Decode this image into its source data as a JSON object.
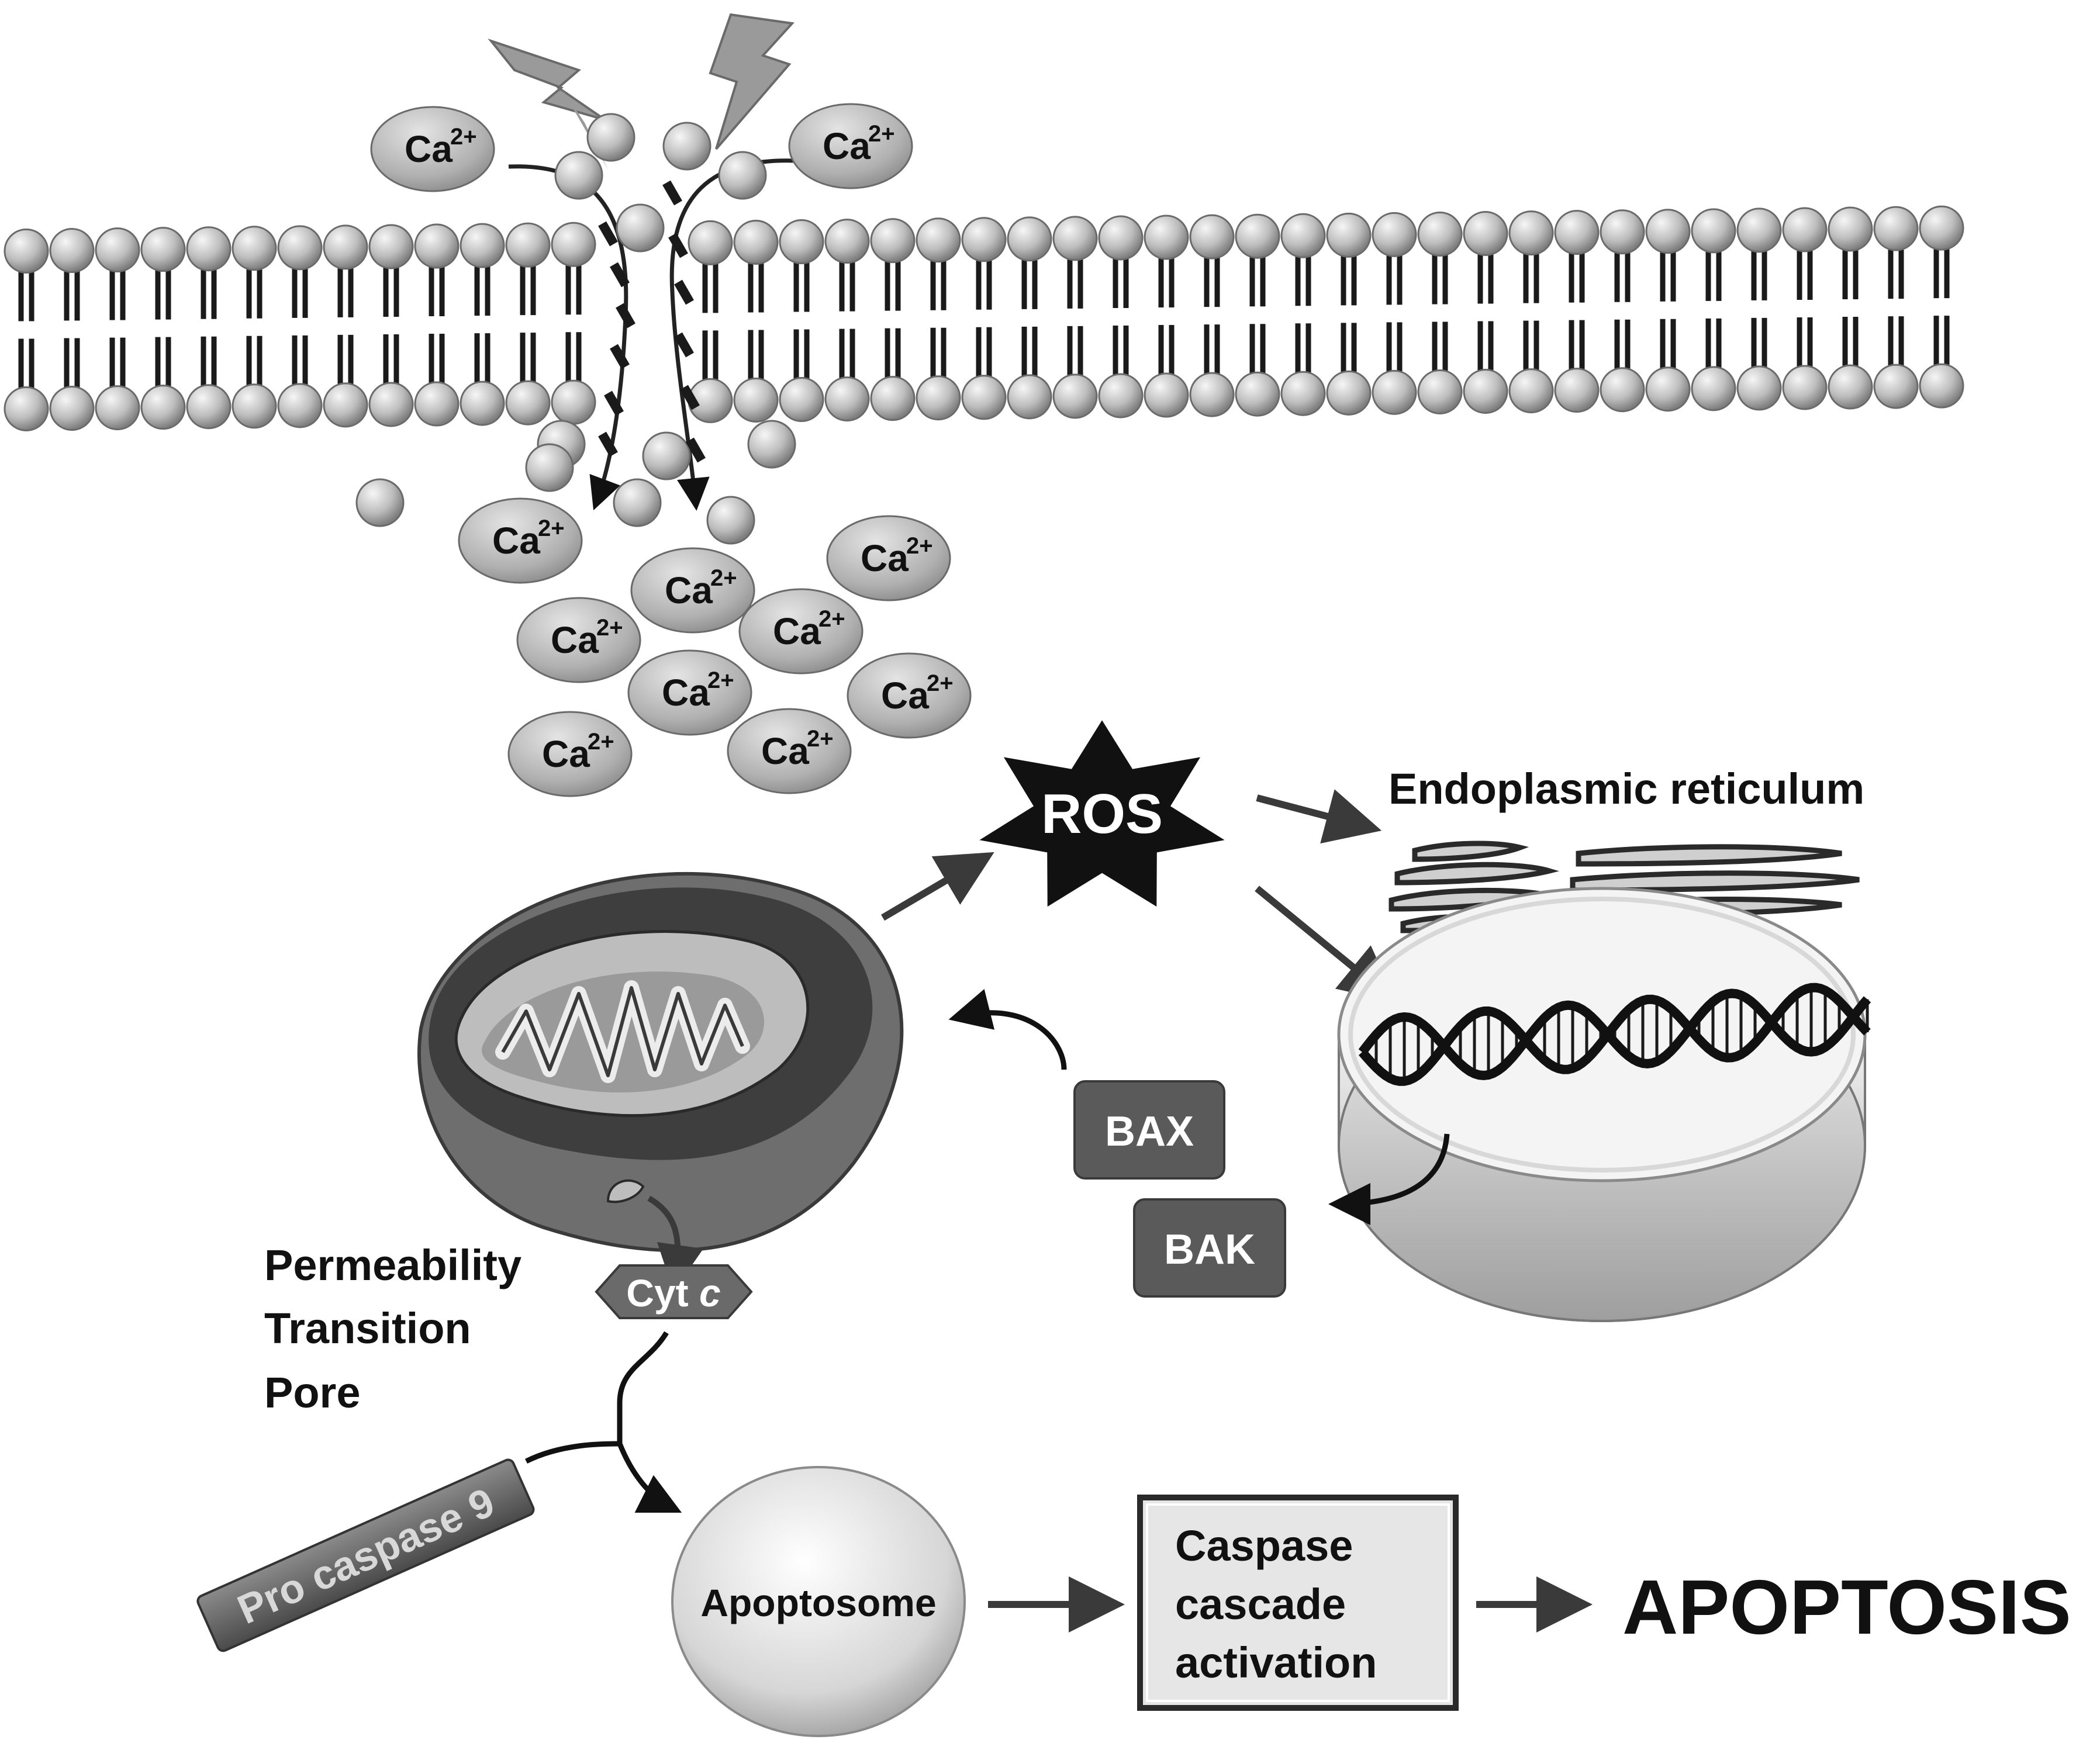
{
  "ion": {
    "symbol": "Ca",
    "charge": "2+"
  },
  "labels": {
    "ros": "ROS",
    "endoplasmic_reticulum": "Endoplasmic reticulum",
    "bax": "BAX",
    "bak": "BAK",
    "cyt_c_prefix": "Cyt ",
    "cyt_c_italic": "c",
    "ptp_line1": "Permeability",
    "ptp_line2": "Transition",
    "ptp_line3": "Pore",
    "pro_caspase": "Pro caspase 9",
    "apoptosome": "Apoptosome",
    "caspase_line1": "Caspase",
    "caspase_line2": "cascade",
    "caspase_line3": "activation",
    "apoptosis": "APOPTOSIS"
  },
  "colors": {
    "membrane_head": "#bdbdbd",
    "dark_box": "#5a5a5a",
    "ros_star": "#111111",
    "arrow": "#3a3a3a"
  }
}
